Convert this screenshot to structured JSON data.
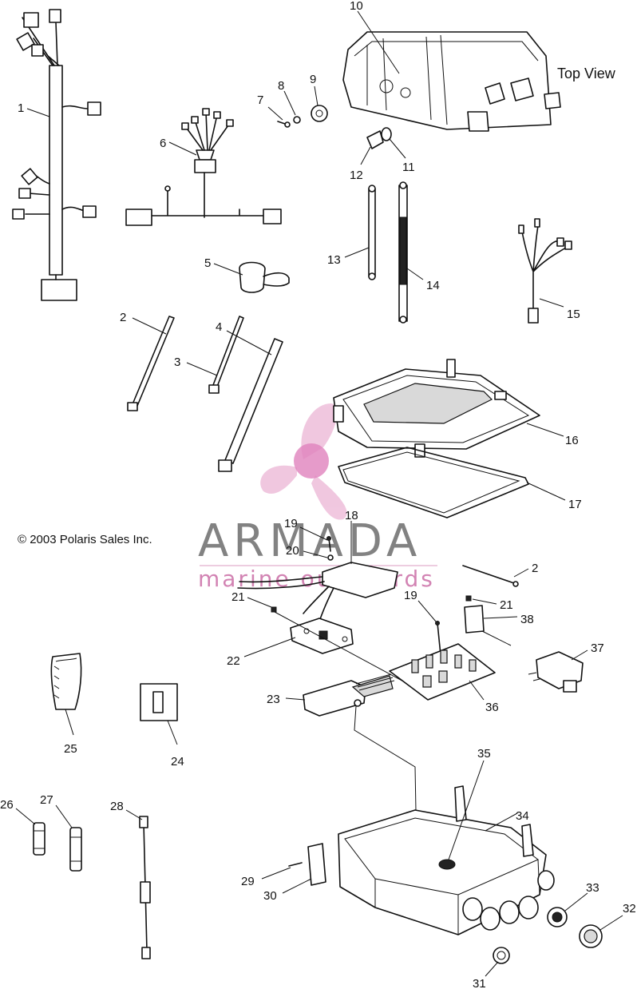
{
  "figure": {
    "top_view_label": "Top View",
    "copyright": "© 2003 Polaris Sales Inc.",
    "watermark": {
      "brand": "ARMADA",
      "tagline": "marine outboards",
      "colors": {
        "logo_pink": "#e59bc6",
        "text_gray": "#6d6d6d"
      }
    }
  },
  "callouts": {
    "p1": "1",
    "p2a": "2",
    "p2b": "2",
    "p3": "3",
    "p4": "4",
    "p5": "5",
    "p6": "6",
    "p7": "7",
    "p8": "8",
    "p9": "9",
    "p10": "10",
    "p11": "11",
    "p12": "12",
    "p13": "13",
    "p14": "14",
    "p15": "15",
    "p16": "16",
    "p17": "17",
    "p18": "18",
    "p19a": "19",
    "p19b": "19",
    "p20": "20",
    "p21a": "21",
    "p21b": "21",
    "p22": "22",
    "p23": "23",
    "p24": "24",
    "p25": "25",
    "p26": "26",
    "p27": "27",
    "p28": "28",
    "p29": "29",
    "p30": "30",
    "p31": "31",
    "p32": "32",
    "p33": "33",
    "p34": "34",
    "p35": "35",
    "p36": "36",
    "p37": "37",
    "p38": "38"
  }
}
